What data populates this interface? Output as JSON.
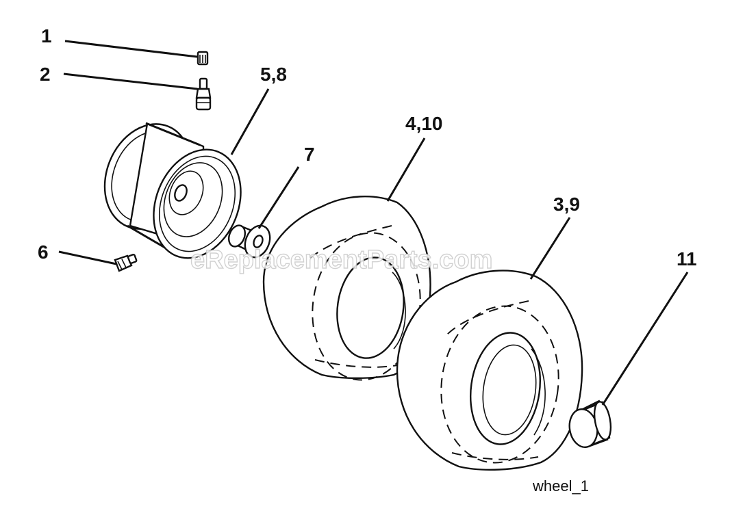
{
  "callouts": [
    {
      "id": "valve-cap",
      "label": "1"
    },
    {
      "id": "valve-stem",
      "label": "2"
    },
    {
      "id": "rim",
      "label": "5,8"
    },
    {
      "id": "bushing",
      "label": "7"
    },
    {
      "id": "tire-front",
      "label": "4,10"
    },
    {
      "id": "tire-rear",
      "label": "3,9"
    },
    {
      "id": "fitting",
      "label": "6"
    },
    {
      "id": "cap",
      "label": "11"
    }
  ],
  "watermark": "eReplacementParts.com",
  "caption": "wheel_1"
}
